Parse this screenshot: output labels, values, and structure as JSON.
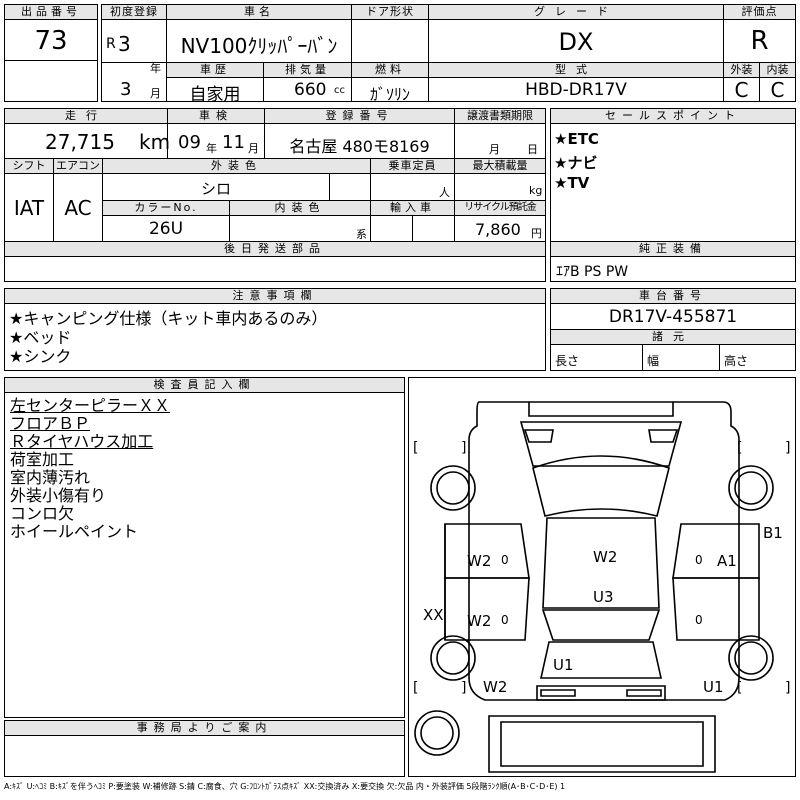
{
  "top": {
    "lot_no_label": "出品番号",
    "lot_no": "73",
    "reg_year_label": "初度登録",
    "era": "R",
    "year": "3",
    "year_unit": "年",
    "month": "3",
    "month_unit": "月",
    "car_name_label": "車名",
    "car_name": "NV100ｸﾘｯﾊﾟｰﾊﾞﾝ",
    "door_label": "ドア形状",
    "door": "",
    "grade_label": "グレード",
    "grade": "DX",
    "score_label": "評価点",
    "score": "R",
    "history_label": "車歴",
    "history": "自家用",
    "displacement_label": "排気量",
    "displacement": "660",
    "cc_unit": "cc",
    "fuel_label": "燃料",
    "fuel": "ｶﾞｿﾘﾝ",
    "model_label": "型式",
    "model": "HBD-DR17V",
    "ext_label": "外装",
    "ext": "C",
    "int_label": "内装",
    "int": "C"
  },
  "row2": {
    "mileage_label": "走行",
    "mileage": "27,715",
    "mileage_unit": "km",
    "inspection_label": "車検",
    "insp_year": "09",
    "insp_year_unit": "年",
    "insp_month": "11",
    "insp_month_unit": "月",
    "reg_no_label": "登録番号",
    "reg_no": "名古屋 480モ8169",
    "transfer_label": "譲渡書類期限",
    "transfer_month_unit": "月",
    "transfer_day_unit": "日",
    "shift_label": "シフト",
    "shift": "IAT",
    "ac_label": "エアコン",
    "ac": "AC",
    "exterior_color_label": "外装色",
    "exterior_color": "シロ",
    "capacity_label": "乗車定員",
    "capacity_unit": "人",
    "max_load_label": "最大積載量",
    "max_load_unit": "kg",
    "color_no_label": "カラーNo.",
    "color_no": "26U",
    "interior_color_label": "内装色",
    "interior_color_unit": "系",
    "import_label": "輸入車",
    "recycle_label": "リサイクル預託金",
    "recycle": "7,860",
    "recycle_unit": "円",
    "later_parts_label": "後日発送部品"
  },
  "sales_points": {
    "label": "セールスポイント",
    "items": [
      "★ETC",
      "★ナビ",
      "★TV"
    ]
  },
  "equipment": {
    "label": "純正装備",
    "value": "ｴｱB PS PW"
  },
  "caution": {
    "label": "注意事項欄",
    "items": [
      "★キャンピング仕様（キット車内あるのみ）",
      "★ベッド",
      "★シンク"
    ]
  },
  "chassis": {
    "label": "車台番号",
    "value": "DR17V-455871",
    "dims_label": "諸元",
    "length_label": "長さ",
    "width_label": "幅",
    "height_label": "高さ"
  },
  "inspector": {
    "label": "検査員記入欄",
    "items": [
      "左センターピラーＸＸ",
      "フロアＢＰ",
      "Ｒタイヤハウス加工",
      "荷室加工",
      "室内薄汚れ",
      "外装小傷有り",
      "コンロ欠",
      "ホイールペイント"
    ]
  },
  "diagram": {
    "marks": {
      "w2_left_front": "W2",
      "zero_left_front": "0",
      "w2_roof_front": "W2",
      "zero_right_front": "0",
      "a1_right_front": "A1",
      "b1_right": "B1",
      "u3_roof": "U3",
      "xx_left": "XX",
      "w2_left_rear": "W2",
      "zero_left_rear": "0",
      "zero_right_rear": "0",
      "u1_center": "U1",
      "w2_rear_left": "W2",
      "u1_rear_right": "U1"
    },
    "brackets": [
      "[",
      "]",
      "[",
      "]",
      "[",
      "]",
      "[",
      "]"
    ]
  },
  "office": {
    "label": "事務局よりご案内"
  },
  "legend": "A:ｷｽﾞ U:ﾍｺﾐ B:ｷｽﾞを伴うﾍｺﾐ P:要塗装 W:補修跡 S:錆 C:腐食、穴 G:ﾌﾛﾝﾄｶﾞﾗｽ点ｷｽﾞ XX:交換済み X:要交換 欠:欠品 内・外装評価 5段階ﾗﾝｸ順(A･B･C･D･E) 1"
}
